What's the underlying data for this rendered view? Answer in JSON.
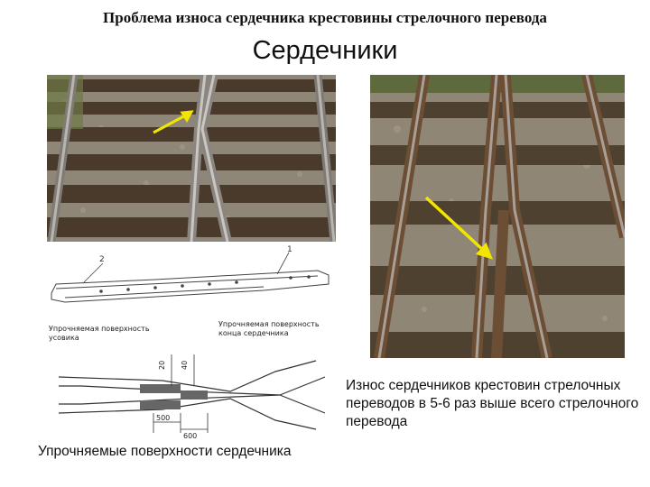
{
  "slide": {
    "title": "Проблема износа сердечника крестовины стрелочного перевода",
    "subtitle": "Сердечники"
  },
  "diagram_top": {
    "labels": [
      "1",
      "2"
    ]
  },
  "diagram_middle": {
    "label_left": [
      "Упрочняемая поверхность",
      "усовика"
    ],
    "label_right": [
      "Упрочняемая поверхность",
      "конца сердечника"
    ]
  },
  "diagram_bottom": {
    "dimensions": [
      "20",
      "40",
      "500",
      "600"
    ]
  },
  "captions": {
    "right": "Износ сердечников крестовин стрелочных переводов в 5-6 раз выше всего стрелочного перевода",
    "bottom": "Упрочняемые поверхности сердечника"
  },
  "colors": {
    "arrow": "#f2e600",
    "sleeper": "#4a3a2c",
    "rail": "#8a8580",
    "ballast": "#9d9282",
    "hatch": "#666666"
  }
}
